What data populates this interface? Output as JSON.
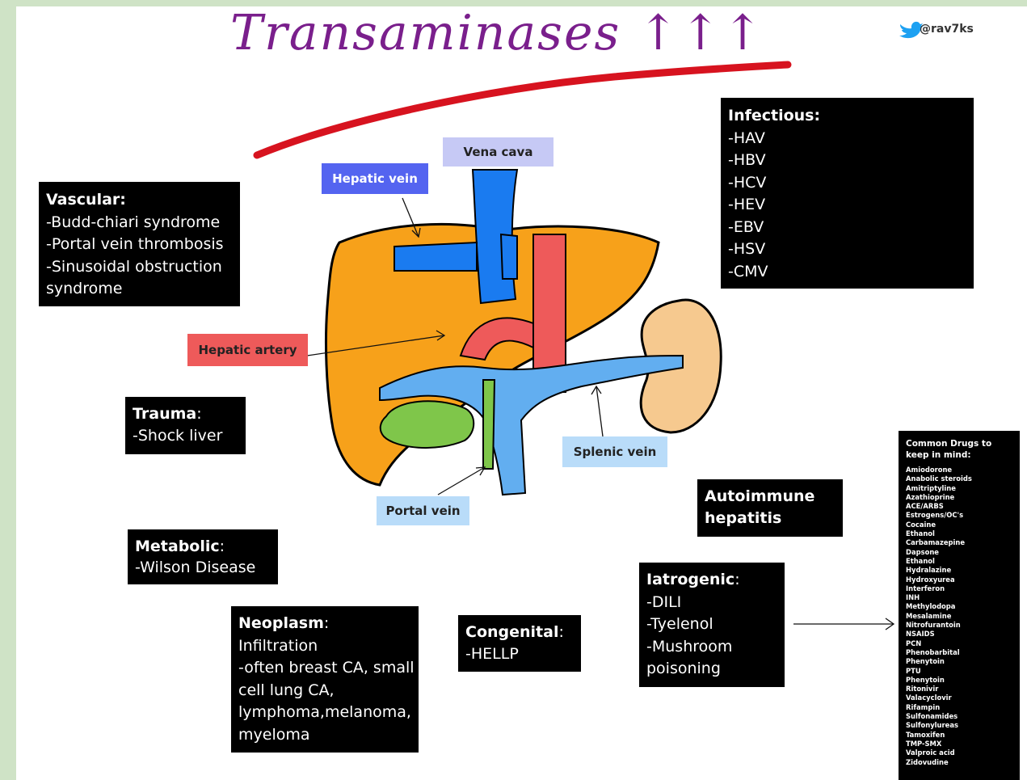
{
  "title": "Transaminases ↑↑↑",
  "handle": "@rav7ks",
  "colors": {
    "title": "#7a1f8c",
    "underline": "#d7131f",
    "liver": "#f7a11a",
    "vena_cava": "#1a7bf0",
    "hepatic_artery": "#ee5a5a",
    "portal_vein": "#62aef0",
    "gallbladder": "#7fc64a",
    "spleen": "#f6c98f",
    "twitter": "#1da1f2"
  },
  "diagram_labels": {
    "vena_cava": "Vena cava",
    "hepatic_vein": "Hepatic vein",
    "hepatic_artery": "Hepatic artery",
    "splenic_vein": "Splenic vein",
    "portal_vein": "Portal vein"
  },
  "boxes": {
    "vascular": {
      "head": "Vascular:",
      "lines": [
        "-Budd-chiari syndrome",
        "-Portal vein thrombosis",
        "-Sinusoidal obstruction",
        "syndrome"
      ]
    },
    "infectious": {
      "head": "Infectious:",
      "lines": [
        "-HAV",
        "-HBV",
        "-HCV",
        "-HEV",
        "-EBV",
        "-HSV",
        "-CMV"
      ]
    },
    "trauma": {
      "head": "Trauma",
      "colon": ":",
      "lines": [
        "-Shock liver"
      ]
    },
    "metabolic": {
      "head": "Metabolic",
      "colon": ":",
      "lines": [
        "-Wilson Disease"
      ]
    },
    "autoimmune": {
      "lines": [
        "Autoimmune",
        "hepatitis"
      ]
    },
    "neoplasm": {
      "head": "Neoplasm",
      "colon": ":",
      "lines": [
        "Infiltration",
        "-often breast CA, small",
        "cell lung CA,",
        "lymphoma,melanoma,",
        "myeloma"
      ]
    },
    "congenital": {
      "head": "Congenital",
      "colon": ":",
      "lines": [
        "-HELLP"
      ]
    },
    "iatrogenic": {
      "head": "Iatrogenic",
      "colon": ":",
      "lines": [
        "-DILI",
        "-Tyelenol",
        "-Mushroom",
        "poisoning"
      ]
    }
  },
  "drugs": {
    "head": [
      "Common Drugs to",
      "keep in mind:"
    ],
    "items": [
      "Amiodorone",
      "Anabolic steroids",
      "Amitriptyline",
      "Azathioprine",
      "ACE/ARBS",
      "Estrogens/OC's",
      "Cocaine",
      "Ethanol",
      "Carbamazepine",
      "Dapsone",
      "Ethanol",
      "Hydralazine",
      "Hydroxyurea",
      "Interferon",
      "INH",
      "Methylodopa",
      "Mesalamine",
      "Nitrofurantoin",
      "NSAIDS",
      "PCN",
      "Phenobarbital",
      "Phenytoin",
      "PTU",
      "Phenytoin",
      "Ritonivir",
      "Valacyclovir",
      "Rifampin",
      "Sulfonamides",
      "Sulfonylureas",
      "Tamoxifen",
      "TMP-SMX",
      "Valproic acid",
      "Zidovudine"
    ]
  }
}
